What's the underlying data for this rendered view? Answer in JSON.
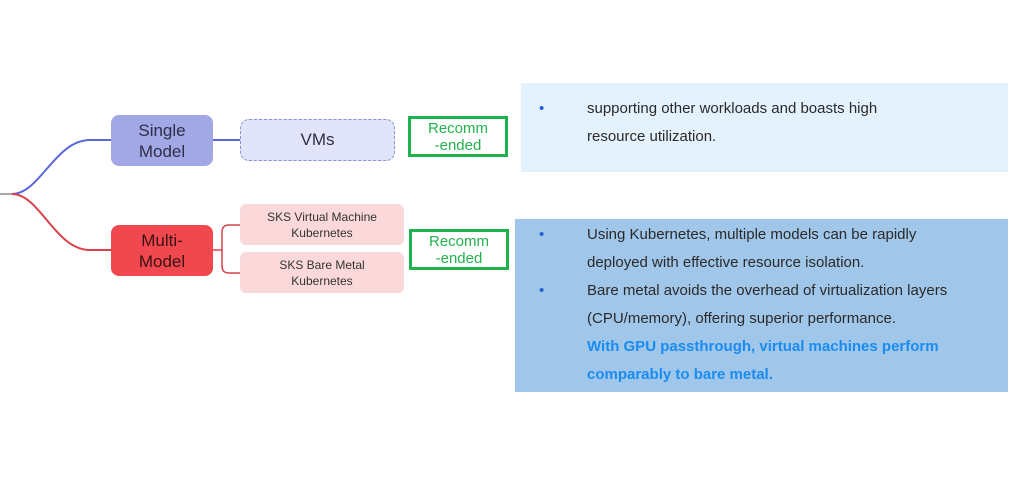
{
  "root": {
    "single": {
      "line1": "Single",
      "line2": "Model"
    },
    "multi": {
      "line1": "Multi-",
      "line2": "Model"
    }
  },
  "single_children": {
    "vms": "VMs"
  },
  "multi_children": {
    "sks_vm": {
      "line1": "SKS Virtual Machine",
      "line2": "Kubernetes"
    },
    "sks_bm": {
      "line1": "SKS Bare Metal",
      "line2": "Kubernetes"
    }
  },
  "badges": {
    "single_recommended": "Recomm\n-ended",
    "multi_recommended": "Recomm\n-ended"
  },
  "panels": {
    "single": {
      "bullet1": {
        "line1": "supporting other workloads and boasts high",
        "line2": "resource utilization."
      }
    },
    "multi": {
      "bullet1": {
        "line1": "Using Kubernetes, multiple models can be rapidly",
        "line2": "deployed with effective resource isolation."
      },
      "bullet2": {
        "line1": "Bare metal avoids the overhead of virtualization layers",
        "line2": "(CPU/memory), offering superior performance."
      },
      "highlight": {
        "line1": "With GPU passthrough, virtual machines perform",
        "line2": "comparably to bare metal."
      }
    }
  },
  "colors": {
    "single_branch": "#5a67d8",
    "multi_branch": "#d8414a",
    "single_node": "#a2a8e6",
    "multi_node": "#f0484e",
    "badge_green": "#20b34d",
    "highlight_text": "#1a8cf0"
  }
}
